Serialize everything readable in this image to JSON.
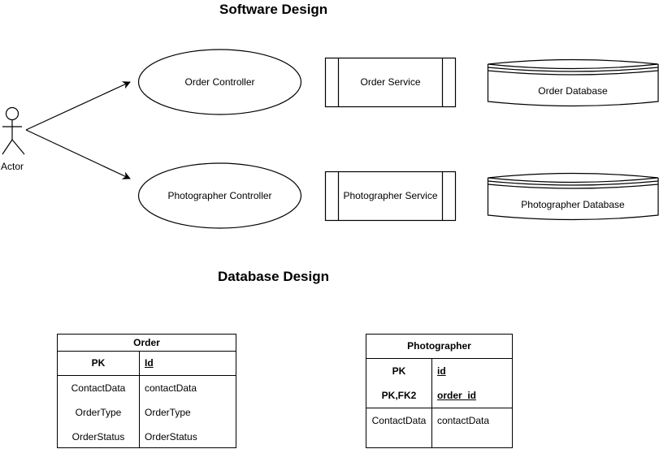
{
  "titles": {
    "software": "Software Design",
    "database": "Database Design"
  },
  "actor": {
    "label": "Actor"
  },
  "controllers": {
    "order": "Order Controller",
    "photographer": "Photographer Controller"
  },
  "services": {
    "order": "Order Service",
    "photographer": "Photographer Service"
  },
  "databases": {
    "order": "Order Database",
    "photographer": "Photographer Database"
  },
  "tables": {
    "order": {
      "name": "Order",
      "pk_key": "PK",
      "pk_field": "Id",
      "rows": [
        {
          "field": "ContactData",
          "type": "contactData"
        },
        {
          "field": "OrderType",
          "type": "OrderType"
        },
        {
          "field": "OrderStatus",
          "type": "OrderStatus"
        }
      ]
    },
    "photographer": {
      "name": "Photographer",
      "keys": [
        {
          "key": "PK",
          "field": "id"
        },
        {
          "key": "PK,FK2",
          "field": "order_id"
        }
      ],
      "rows": [
        {
          "field": "ContactData",
          "type": "contactData"
        }
      ]
    }
  }
}
